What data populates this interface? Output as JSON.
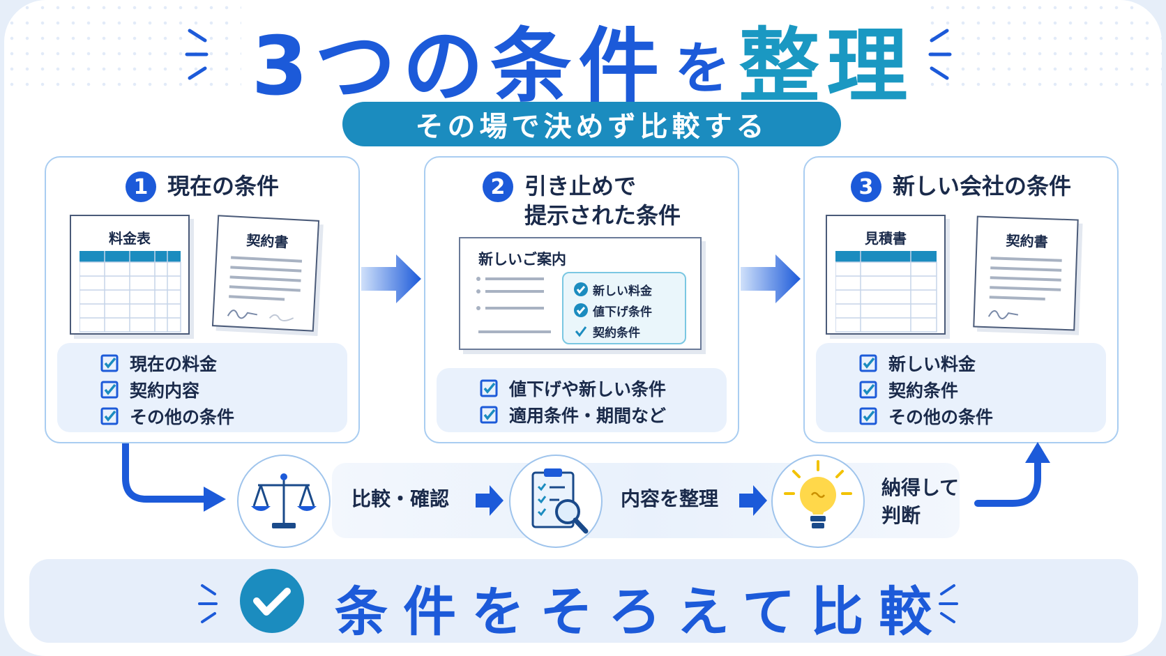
{
  "title": {
    "part1": "3つの条件",
    "part2": "を",
    "part3": "整理"
  },
  "subtitle": "その場で決めず比較する",
  "cards": [
    {
      "num": "1",
      "title": "現在の条件",
      "doc1_label": "料金表",
      "doc2_label": "契約書",
      "checks": [
        "現在の料金",
        "契約内容",
        "その他の条件"
      ]
    },
    {
      "num": "2",
      "title_line1": "引き止めで",
      "title_line2": "提示された条件",
      "doc_label": "新しいご案内",
      "inner_checks": [
        "新しい料金",
        "値下げ条件",
        "契約条件"
      ],
      "checks": [
        "値下げや新しい条件",
        "適用条件・期間など"
      ]
    },
    {
      "num": "3",
      "title": "新しい会社の条件",
      "doc1_label": "見積書",
      "doc2_label": "契約書",
      "checks": [
        "新しい料金",
        "契約条件",
        "その他の条件"
      ]
    }
  ],
  "flow": {
    "step1": "比較・確認",
    "step2": "内容を整理",
    "step3_line1": "納得して",
    "step3_line2": "判断"
  },
  "banner": "条件をそろえて比較",
  "colors": {
    "primary": "#1c5ad9",
    "teal": "#1b8cbf",
    "card_border": "#a9cdf1",
    "check_bg": "#e9f1fc",
    "dark_text": "#1a2a4a"
  }
}
